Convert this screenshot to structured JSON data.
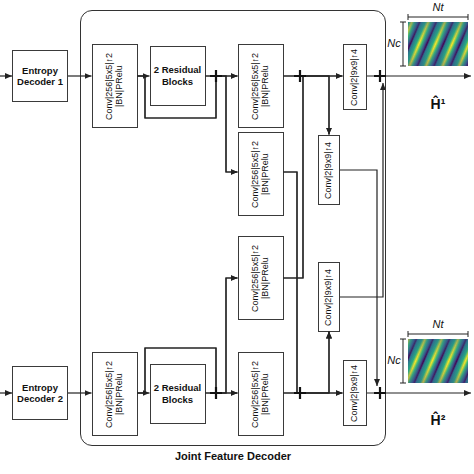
{
  "diagram": {
    "nodes": [
      {
        "text": [
          "Entropy Decoder 1"
        ]
      },
      {
        "text": [
          "Entropy Decoder 2"
        ]
      },
      {
        "text": [
          "Joint Feature Decoder"
        ]
      },
      {
        "text": [
          "Conv|256|5x5|↑2 |BN|PRelu"
        ],
        "in": 2
      },
      {
        "text": [
          "2 Residual Blocks"
        ],
        "in": 2
      },
      {
        "text": [
          "Conv|256|5x5|↑2 |BN|PRelu"
        ],
        "in": 2
      },
      {
        "text": [
          "Conv|2|9x9|↑4"
        ],
        "in": 2
      },
      {
        "text": [
          "Conv|256|5x5|↑2 |BN|PRelu"
        ],
        "in": 2
      },
      {
        "text": [
          "Conv|2|9x9|↑4"
        ],
        "in": 2
      },
      {
        "text": [
          "Conv|256|5x5|↑2 |BN|PRelu"
        ],
        "in": 2
      },
      {
        "text": [
          "Conv|2|9x9|↑4"
        ],
        "in": 2
      },
      {
        "text": [
          "Conv|256|5x5|↑2 |BN|PRelu"
        ],
        "in": 2
      },
      {
        "text": [
          "2 Residual Blocks"
        ],
        "in": 2
      },
      {
        "text": [
          "Conv|256|5x5|↑2 |BN|PRelu"
        ],
        "in": 2
      },
      {
        "text": [
          "Conv|2|9x9|↑4"
        ],
        "in": 2
      }
    ],
    "edges": [
      {
        "from": 0,
        "to": 3,
        "arrow": "to"
      },
      {
        "from": 3,
        "to": 4,
        "arrow": "to"
      },
      {
        "from": 4,
        "to": 5,
        "arrow": "to"
      },
      {
        "from": 3,
        "to": 5,
        "arrow": "to"
      },
      {
        "from": 4,
        "to": 7,
        "arrow": "to"
      },
      {
        "from": 3,
        "to": 7,
        "arrow": "to"
      },
      {
        "from": 5,
        "to": 6,
        "arrow": "to"
      },
      {
        "from": 5,
        "to": 8,
        "arrow": "to"
      },
      {
        "from": 9,
        "to": 6,
        "arrow": "to"
      },
      {
        "from": 9,
        "to": 8,
        "arrow": "to"
      },
      {
        "from": 1,
        "to": 11,
        "arrow": "to"
      },
      {
        "from": 11,
        "to": 12,
        "arrow": "to"
      },
      {
        "from": 12,
        "to": 13,
        "arrow": "to"
      },
      {
        "from": 11,
        "to": 13,
        "arrow": "to"
      },
      {
        "from": 12,
        "to": 9,
        "arrow": "to"
      },
      {
        "from": 11,
        "to": 9,
        "arrow": "to"
      },
      {
        "from": 13,
        "to": 14,
        "arrow": "to"
      },
      {
        "from": 13,
        "to": 10,
        "arrow": "to"
      },
      {
        "from": 7,
        "to": 14,
        "arrow": "to"
      },
      {
        "from": 7,
        "to": 10,
        "arrow": "to"
      }
    ],
    "labels": [
      "Nt",
      "Nc",
      "Ĥ¹",
      "Nt",
      "Nc",
      "Ĥ²"
    ]
  }
}
